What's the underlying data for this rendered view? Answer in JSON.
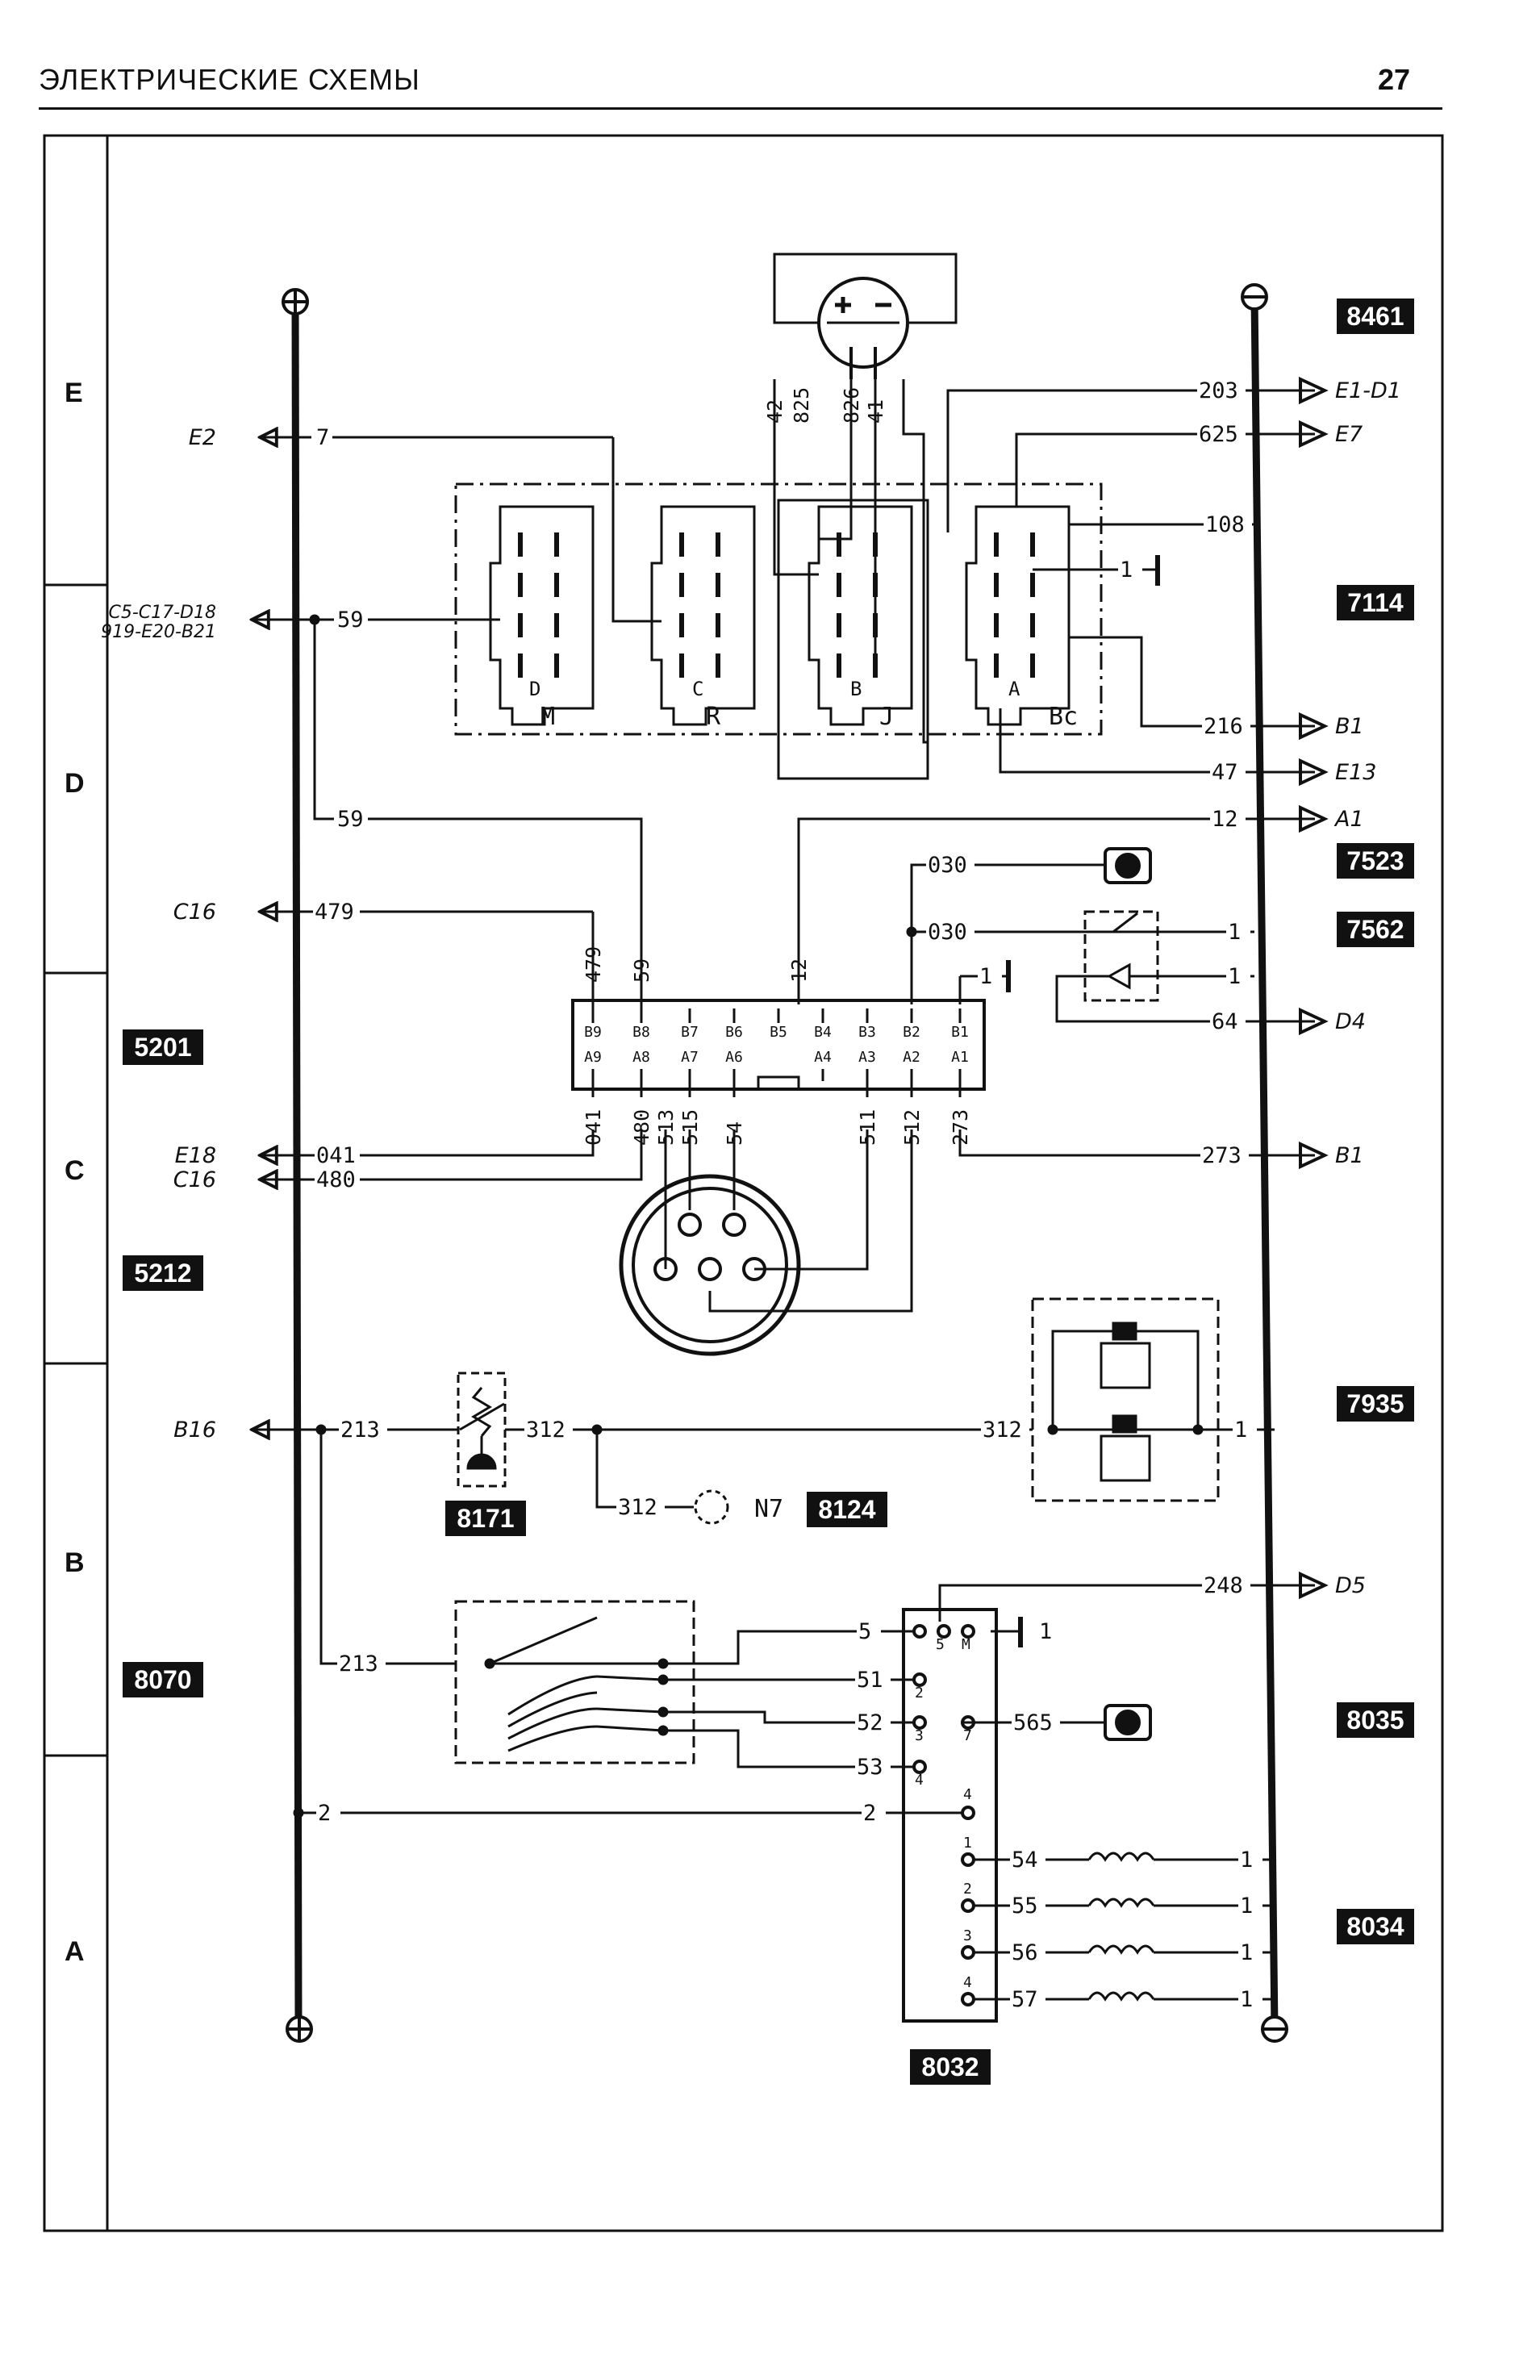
{
  "header": {
    "title": "ЭЛЕКТРИЧЕСКИЕ СХЕМЫ",
    "page": "27"
  },
  "zones": [
    "E",
    "D",
    "C",
    "B",
    "A"
  ],
  "components": {
    "c8461": "8461",
    "c7114": "7114",
    "c7523": "7523",
    "c7562": "7562",
    "c5201": "5201",
    "c5212": "5212",
    "c7935": "7935",
    "c8171": "8171",
    "c8124": "8124",
    "c8070": "8070",
    "c8035": "8035",
    "c8034": "8034",
    "c8032": "8032"
  },
  "connectors": {
    "M": "M",
    "R": "R",
    "J": "J",
    "Bc": "Bc",
    "N7": "N7"
  },
  "connector_pins": {
    "D": "D",
    "C": "C",
    "B": "B",
    "A": "A"
  },
  "arrows_left": {
    "e2": "E2",
    "c5": "C5-C17-D18",
    "c5b": "919-E20-B21",
    "c16a": "C16",
    "e18": "E18",
    "c16b": "C16",
    "b16": "B16"
  },
  "arrows_right": {
    "e1": "E1-D1",
    "e7": "E7",
    "b1a": "B1",
    "e13": "E13",
    "a1": "A1",
    "d4": "D4",
    "b1b": "B1",
    "d5": "D5"
  },
  "wires": {
    "w7": "7",
    "w59a": "59",
    "w59b": "59",
    "w479": "479",
    "w041": "041",
    "w480": "480",
    "w203": "203",
    "w625": "625",
    "w108": "108",
    "w216": "216",
    "w47": "47",
    "w12": "12",
    "w030a": "030",
    "w030b": "030",
    "w64": "64",
    "w273": "273",
    "w1a": "1",
    "w1b": "1",
    "w1c": "1",
    "w1d": "1",
    "w213a": "213",
    "w312a": "312",
    "w312b": "312",
    "w312c": "312",
    "w1e": "1",
    "w248": "248",
    "w213b": "213",
    "w5": "5",
    "w51": "51",
    "w52": "52",
    "w53": "53",
    "w565": "565",
    "w2a": "2",
    "w2b": "2",
    "w1f": "1",
    "w54": "54",
    "w55": "55",
    "w56": "56",
    "w57": "57",
    "w1g": "1",
    "w1h": "1",
    "w1i": "1",
    "w1j": "1"
  },
  "vertical_wires": {
    "v42": "42",
    "v825": "825",
    "v826": "826",
    "v41": "41",
    "t479": "479",
    "t59": "59",
    "t12": "12",
    "b041": "041",
    "b480": "480",
    "b513": "513",
    "b515": "515",
    "b54": "54",
    "b511": "511",
    "b512": "512",
    "b273": "273"
  },
  "relay_block": {
    "top_pins": [
      "B9",
      "B8",
      "B7",
      "B6",
      "B5",
      "B4",
      "B3",
      "B2",
      "B1"
    ],
    "bottom_pins": [
      "A9",
      "A8",
      "A7",
      "A6",
      "",
      "A4",
      "A3",
      "A2",
      "A1"
    ]
  },
  "switch_pins": {
    "p5": "5",
    "pM": "M",
    "p2": "2",
    "p7": "7",
    "p3": "3",
    "p4": "4",
    "p1": "1"
  }
}
